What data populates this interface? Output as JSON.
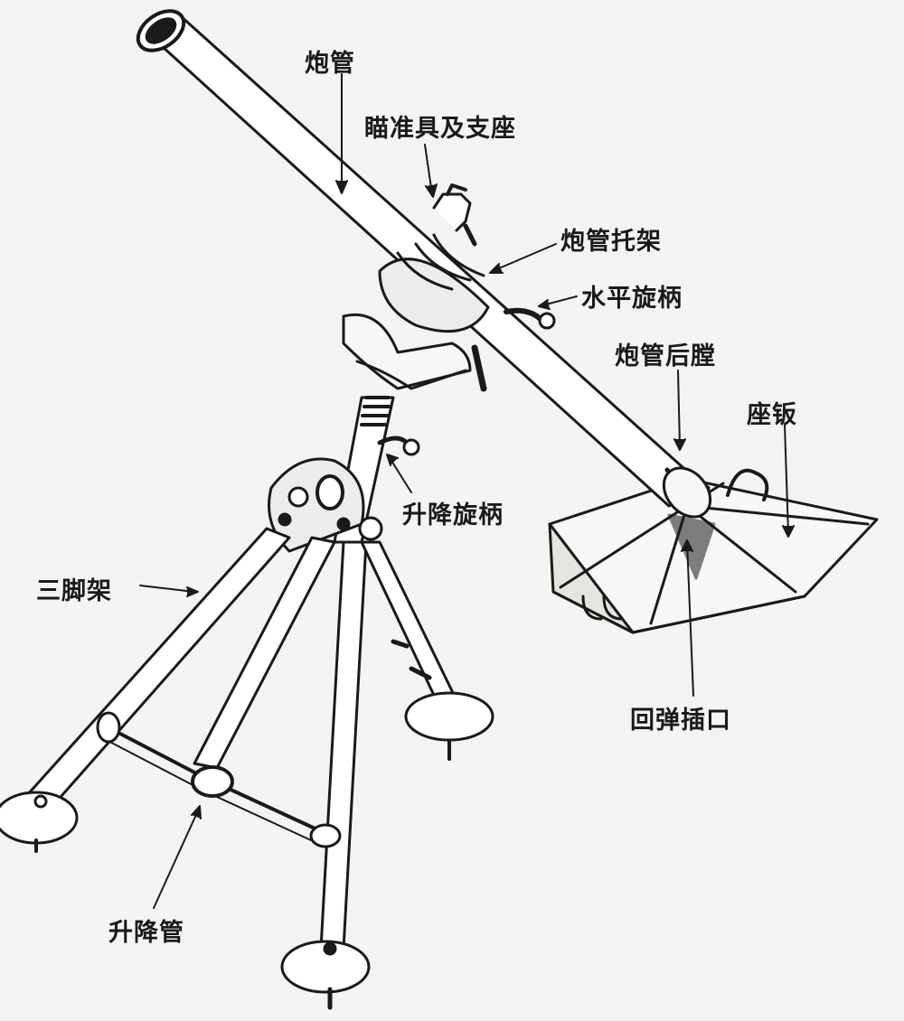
{
  "diagram": {
    "labels": {
      "barrel": "炮管",
      "sight_mount": "瞄准具及支座",
      "barrel_bracket": "炮管托架",
      "traverse_handle": "水平旋柄",
      "breech": "炮管后膛",
      "baseplate": "座钣",
      "elevation_handle": "升降旋柄",
      "bipod": "三脚架",
      "recoil_socket": "回弹插口",
      "elevation_tube": "升降管"
    }
  },
  "colors": {
    "ink": "#1a1a1a",
    "paper": "#f3f3f1"
  }
}
